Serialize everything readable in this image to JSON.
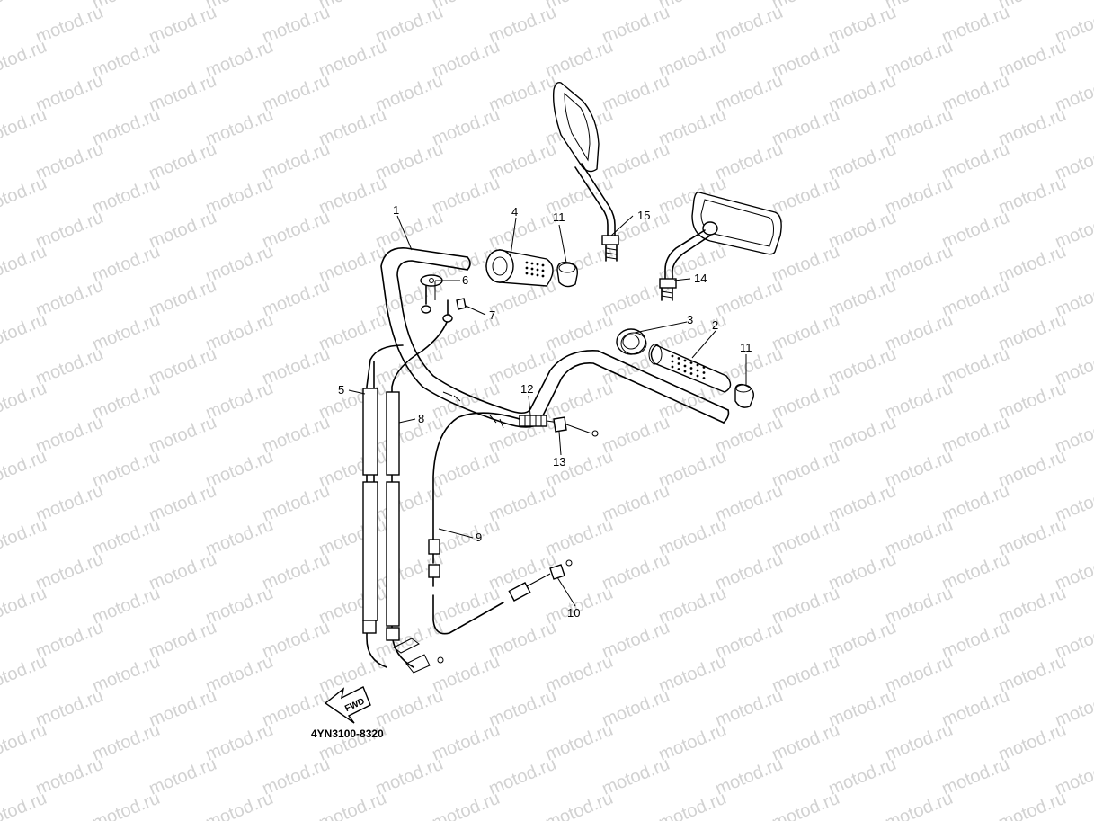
{
  "watermark": {
    "text": "motod.ru",
    "color": "#d2d2d2"
  },
  "diagram_code": "4YN3100-8320",
  "direction_arrow": {
    "label": "FWD"
  },
  "callouts": [
    {
      "id": "c1",
      "number": "1"
    },
    {
      "id": "c2",
      "number": "2"
    },
    {
      "id": "c3",
      "number": "3"
    },
    {
      "id": "c4",
      "number": "4"
    },
    {
      "id": "c5",
      "number": "5"
    },
    {
      "id": "c6",
      "number": "6"
    },
    {
      "id": "c7",
      "number": "7"
    },
    {
      "id": "c8",
      "number": "8"
    },
    {
      "id": "c9",
      "number": "9"
    },
    {
      "id": "c10",
      "number": "10"
    },
    {
      "id": "c11a",
      "number": "11"
    },
    {
      "id": "c11b",
      "number": "11"
    },
    {
      "id": "c12",
      "number": "12"
    },
    {
      "id": "c13",
      "number": "13"
    },
    {
      "id": "c14",
      "number": "14"
    },
    {
      "id": "c15",
      "number": "15"
    }
  ]
}
